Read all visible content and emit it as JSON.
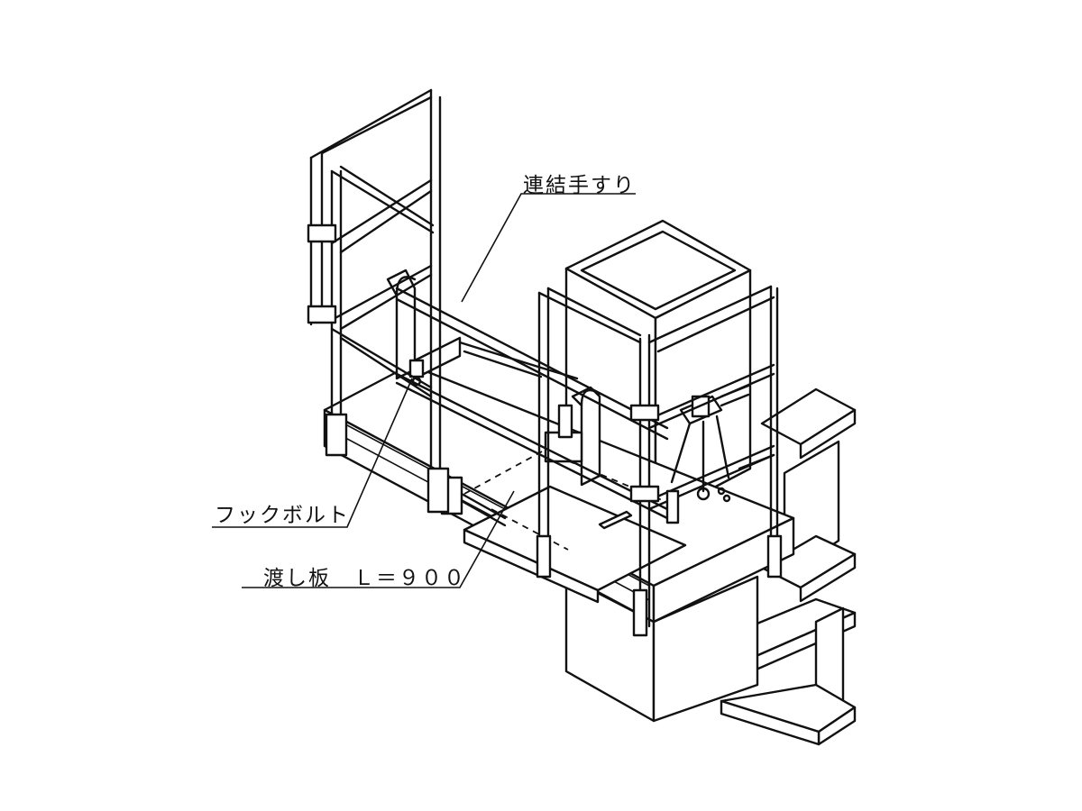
{
  "labels": {
    "connecting_handrail": "連結手すり",
    "hook_bolt": "フックボルト",
    "bridge_plate": "渡し板　Ｌ＝９００"
  }
}
